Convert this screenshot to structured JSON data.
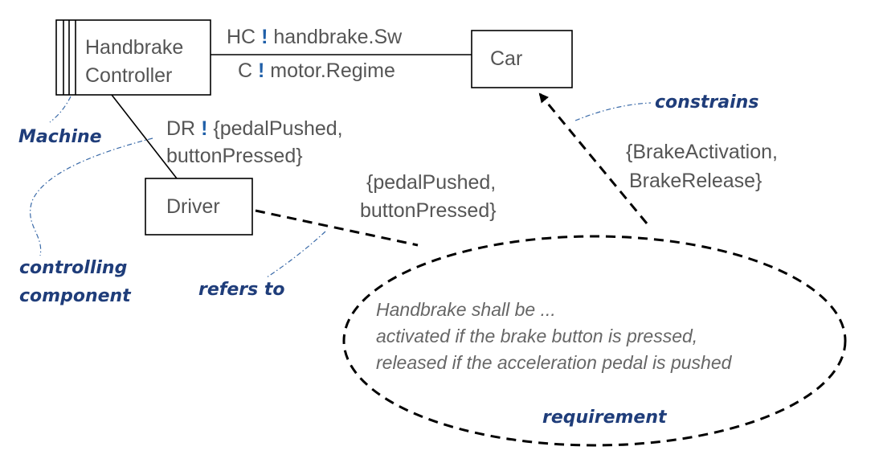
{
  "colors": {
    "text": "#555555",
    "annotation": "#1F3D7A",
    "bang": "#1F5FA8",
    "line": "#000000",
    "leader": "#3A6AA8"
  },
  "boxes": {
    "machine": {
      "line1": "Handbrake",
      "line2": "Controller"
    },
    "car": "Car",
    "driver": "Driver"
  },
  "interfaces": {
    "hc": {
      "prefix": "HC",
      "bang": "!",
      "label": "handbrake.Sw"
    },
    "c": {
      "prefix": "C",
      "bang": "!",
      "label": "motor.Regime"
    },
    "dr": {
      "prefix": "DR",
      "bang": "!",
      "line1": "{pedalPushed,",
      "line2": "buttonPressed}"
    }
  },
  "phenomena": {
    "refers": {
      "line1": "{pedalPushed,",
      "line2": "buttonPressed}"
    },
    "constrains": {
      "line1": "{BrakeActivation,",
      "line2": "BrakeRelease}"
    }
  },
  "requirement": {
    "line1": "Handbrake shall be ...",
    "line2": "activated if the brake button is pressed,",
    "line3": "released if the acceleration pedal is pushed"
  },
  "annotations": {
    "machine": "Machine",
    "controlling_line1": "controlling",
    "controlling_line2": "component",
    "refers_to": "refers to",
    "constrains": "constrains",
    "requirement": "requirement"
  }
}
